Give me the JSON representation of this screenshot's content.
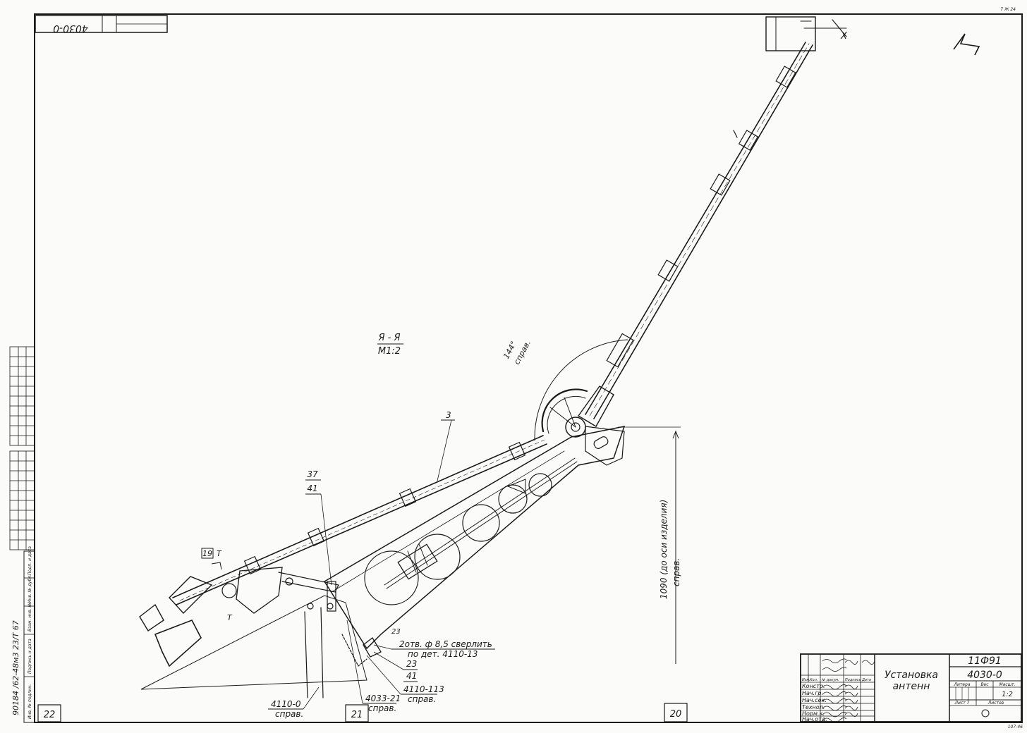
{
  "sheet": {
    "corner_code": "4030-0",
    "top_right_mark": "7 Ж 24",
    "bottom_right_mark": "107-46",
    "zone_numbers": [
      "22",
      "21",
      "20"
    ]
  },
  "side_stamp": {
    "inv_original": "Инв. № подлин.",
    "sign_date": "Подпись и дата",
    "inv_replaced": "Взам. инв. №",
    "inv_duplicate": "Инв. № дубл.",
    "sign_date2": "Подп. и дата",
    "handwritten": "90184 /62-48м3 23/Т 67"
  },
  "section": {
    "title": "Я - Я",
    "scale": "М1:2"
  },
  "callouts": {
    "c3": "3",
    "c37": "37",
    "c41a": "41",
    "c19": "19",
    "letter_t1": "Т",
    "letter_t2": "Т",
    "letter_x": "Х",
    "c23": "23",
    "c41b": "41",
    "angle_value": "144°",
    "angle_note": "справ.",
    "note_holes_1": "2отв. ф 8,5 сверлить",
    "note_holes_2": "по дет. 4110-13",
    "ref_4110_113": "4110-113",
    "ref_4110_113_note": "справ.",
    "ref_4033_21": "4033-21",
    "ref_4033_21_note": "справ.",
    "ref_4110_0": "4110-0",
    "ref_4110_0_note": "справ.",
    "dim_height": "1090 (до оси изделия)",
    "dim_height_note": "справ."
  },
  "title_block": {
    "product": "11Ф91",
    "doc_number": "4030-0",
    "name_line1": "Установка",
    "name_line2": "антенн",
    "literal_label": "Литера",
    "mass_label": "Вес",
    "scale_label": "Масшт.",
    "scale_value": "1:2",
    "sheet_label": "Лист 7",
    "sheets_label": "Листов",
    "rows": [
      "Изм.",
      "Констр.",
      "Нач.гр.",
      "Нач.сек.",
      "Технол.",
      "Норм.к.",
      "Нач.отд."
    ],
    "col_heads": [
      "Кол.",
      "№ докум.",
      "Подпись",
      "Дата"
    ]
  }
}
